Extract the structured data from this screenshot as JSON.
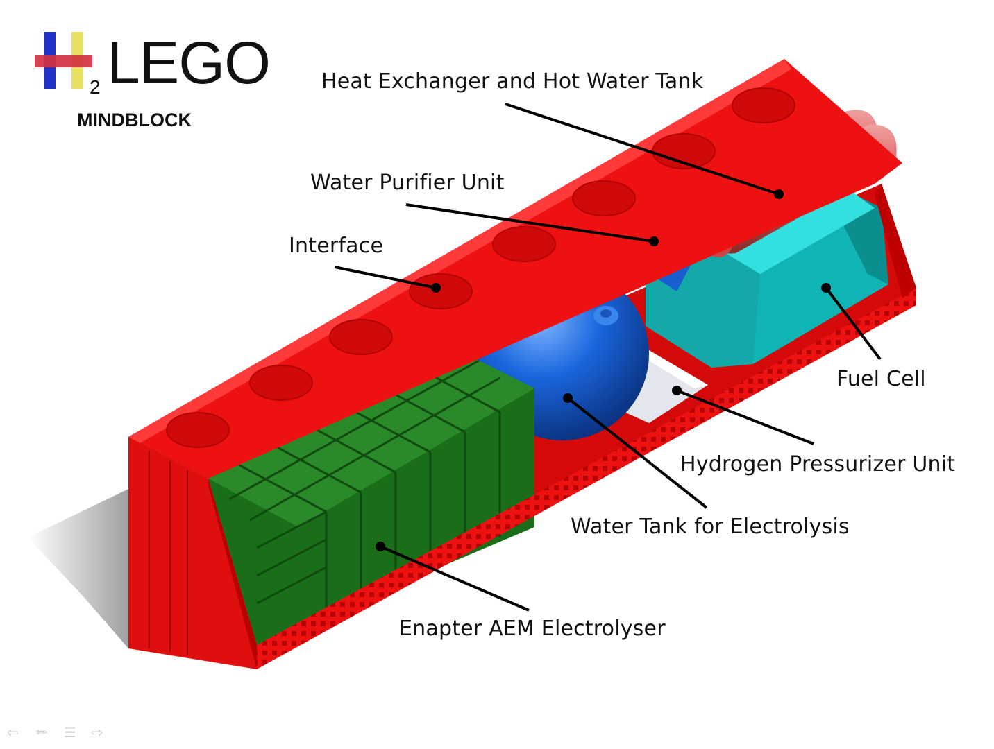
{
  "logo": {
    "word": "LEGO",
    "subscript": "2",
    "subtitle": "MINDBLOCK",
    "colors": {
      "blue": "#2233cc",
      "yellow": "#e8e060",
      "red": "#d43040"
    }
  },
  "labels": {
    "heat_exchanger": "Heat Exchanger and Hot Water Tank",
    "water_purifier": "Water Purifier Unit",
    "interface": "Interface",
    "fuel_cell": "Fuel Cell",
    "hydrogen_pressurizer": "Hydrogen Pressurizer Unit",
    "water_tank": "Water Tank for Electrolysis",
    "electrolyser": "Enapter AEM Electrolyser"
  },
  "colors": {
    "container": "#ee1111",
    "electrolyser": "#1a6e1a",
    "water_tank": "#1a66dd",
    "fuel_cell": "#22cccc",
    "hot_water_tank": "#d85a5a",
    "purifier": "#1a5fd0",
    "pressurizer": "#e4e6ee"
  },
  "nav_icons": [
    "arrow-left-icon",
    "pen-icon",
    "menu-icon",
    "arrow-right-icon"
  ]
}
